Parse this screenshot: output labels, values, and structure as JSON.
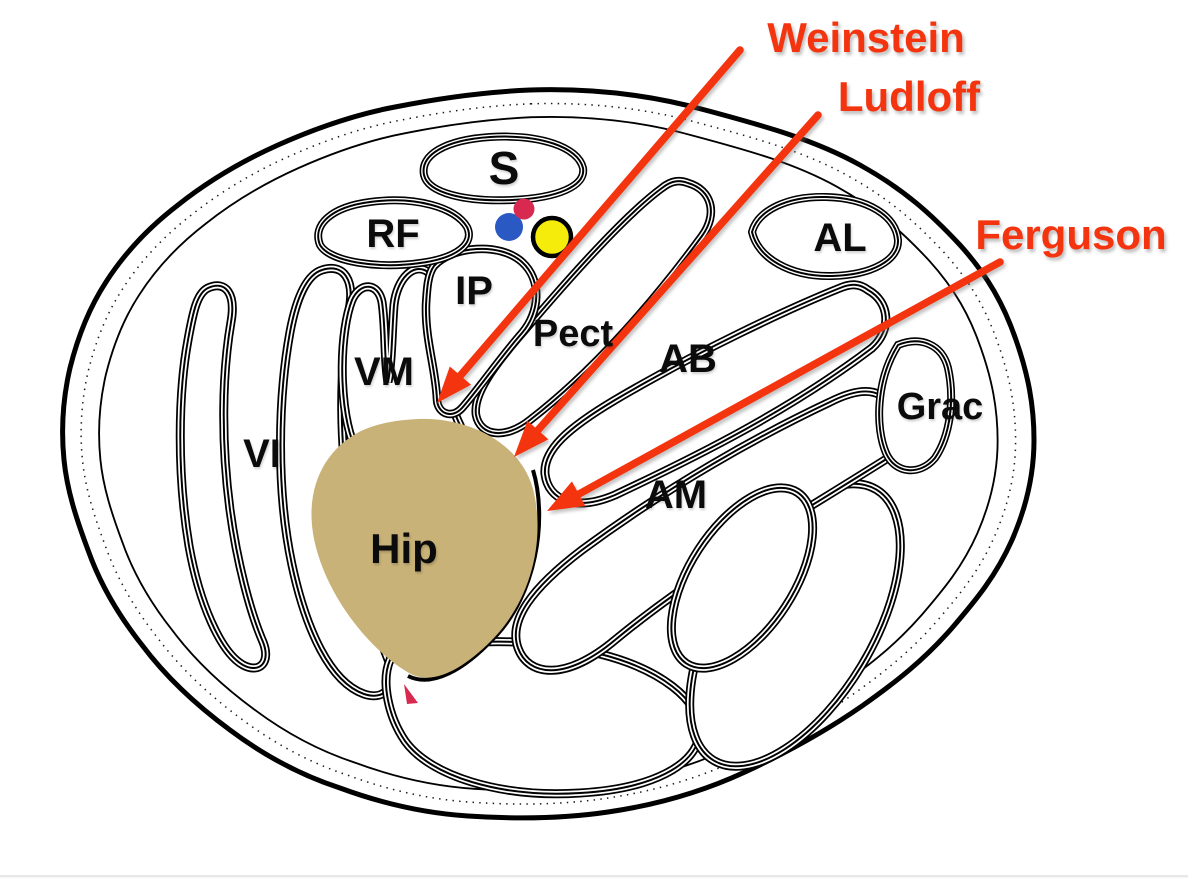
{
  "diagram": {
    "muscle_labels": [
      {
        "id": "s",
        "text": "S"
      },
      {
        "id": "rf",
        "text": "RF"
      },
      {
        "id": "ip",
        "text": "IP"
      },
      {
        "id": "pect",
        "text": "Pect"
      },
      {
        "id": "al",
        "text": "AL"
      },
      {
        "id": "ab",
        "text": "AB"
      },
      {
        "id": "vm",
        "text": "VM"
      },
      {
        "id": "vi",
        "text": "VI"
      },
      {
        "id": "grac",
        "text": "Grac"
      },
      {
        "id": "am",
        "text": "AM"
      },
      {
        "id": "hip",
        "text": "Hip"
      }
    ],
    "approaches": [
      {
        "name": "Weinstein"
      },
      {
        "name": "Ludloff"
      },
      {
        "name": "Ferguson"
      }
    ],
    "colors": {
      "annotation_red": "#f4340e",
      "hip_fill": "#c9b277",
      "dot_red": "#d82a50",
      "dot_blue": "#2b59c3",
      "dot_yellow": "#f6ec0c",
      "outline": "#000000",
      "background": "#ffffff"
    }
  }
}
